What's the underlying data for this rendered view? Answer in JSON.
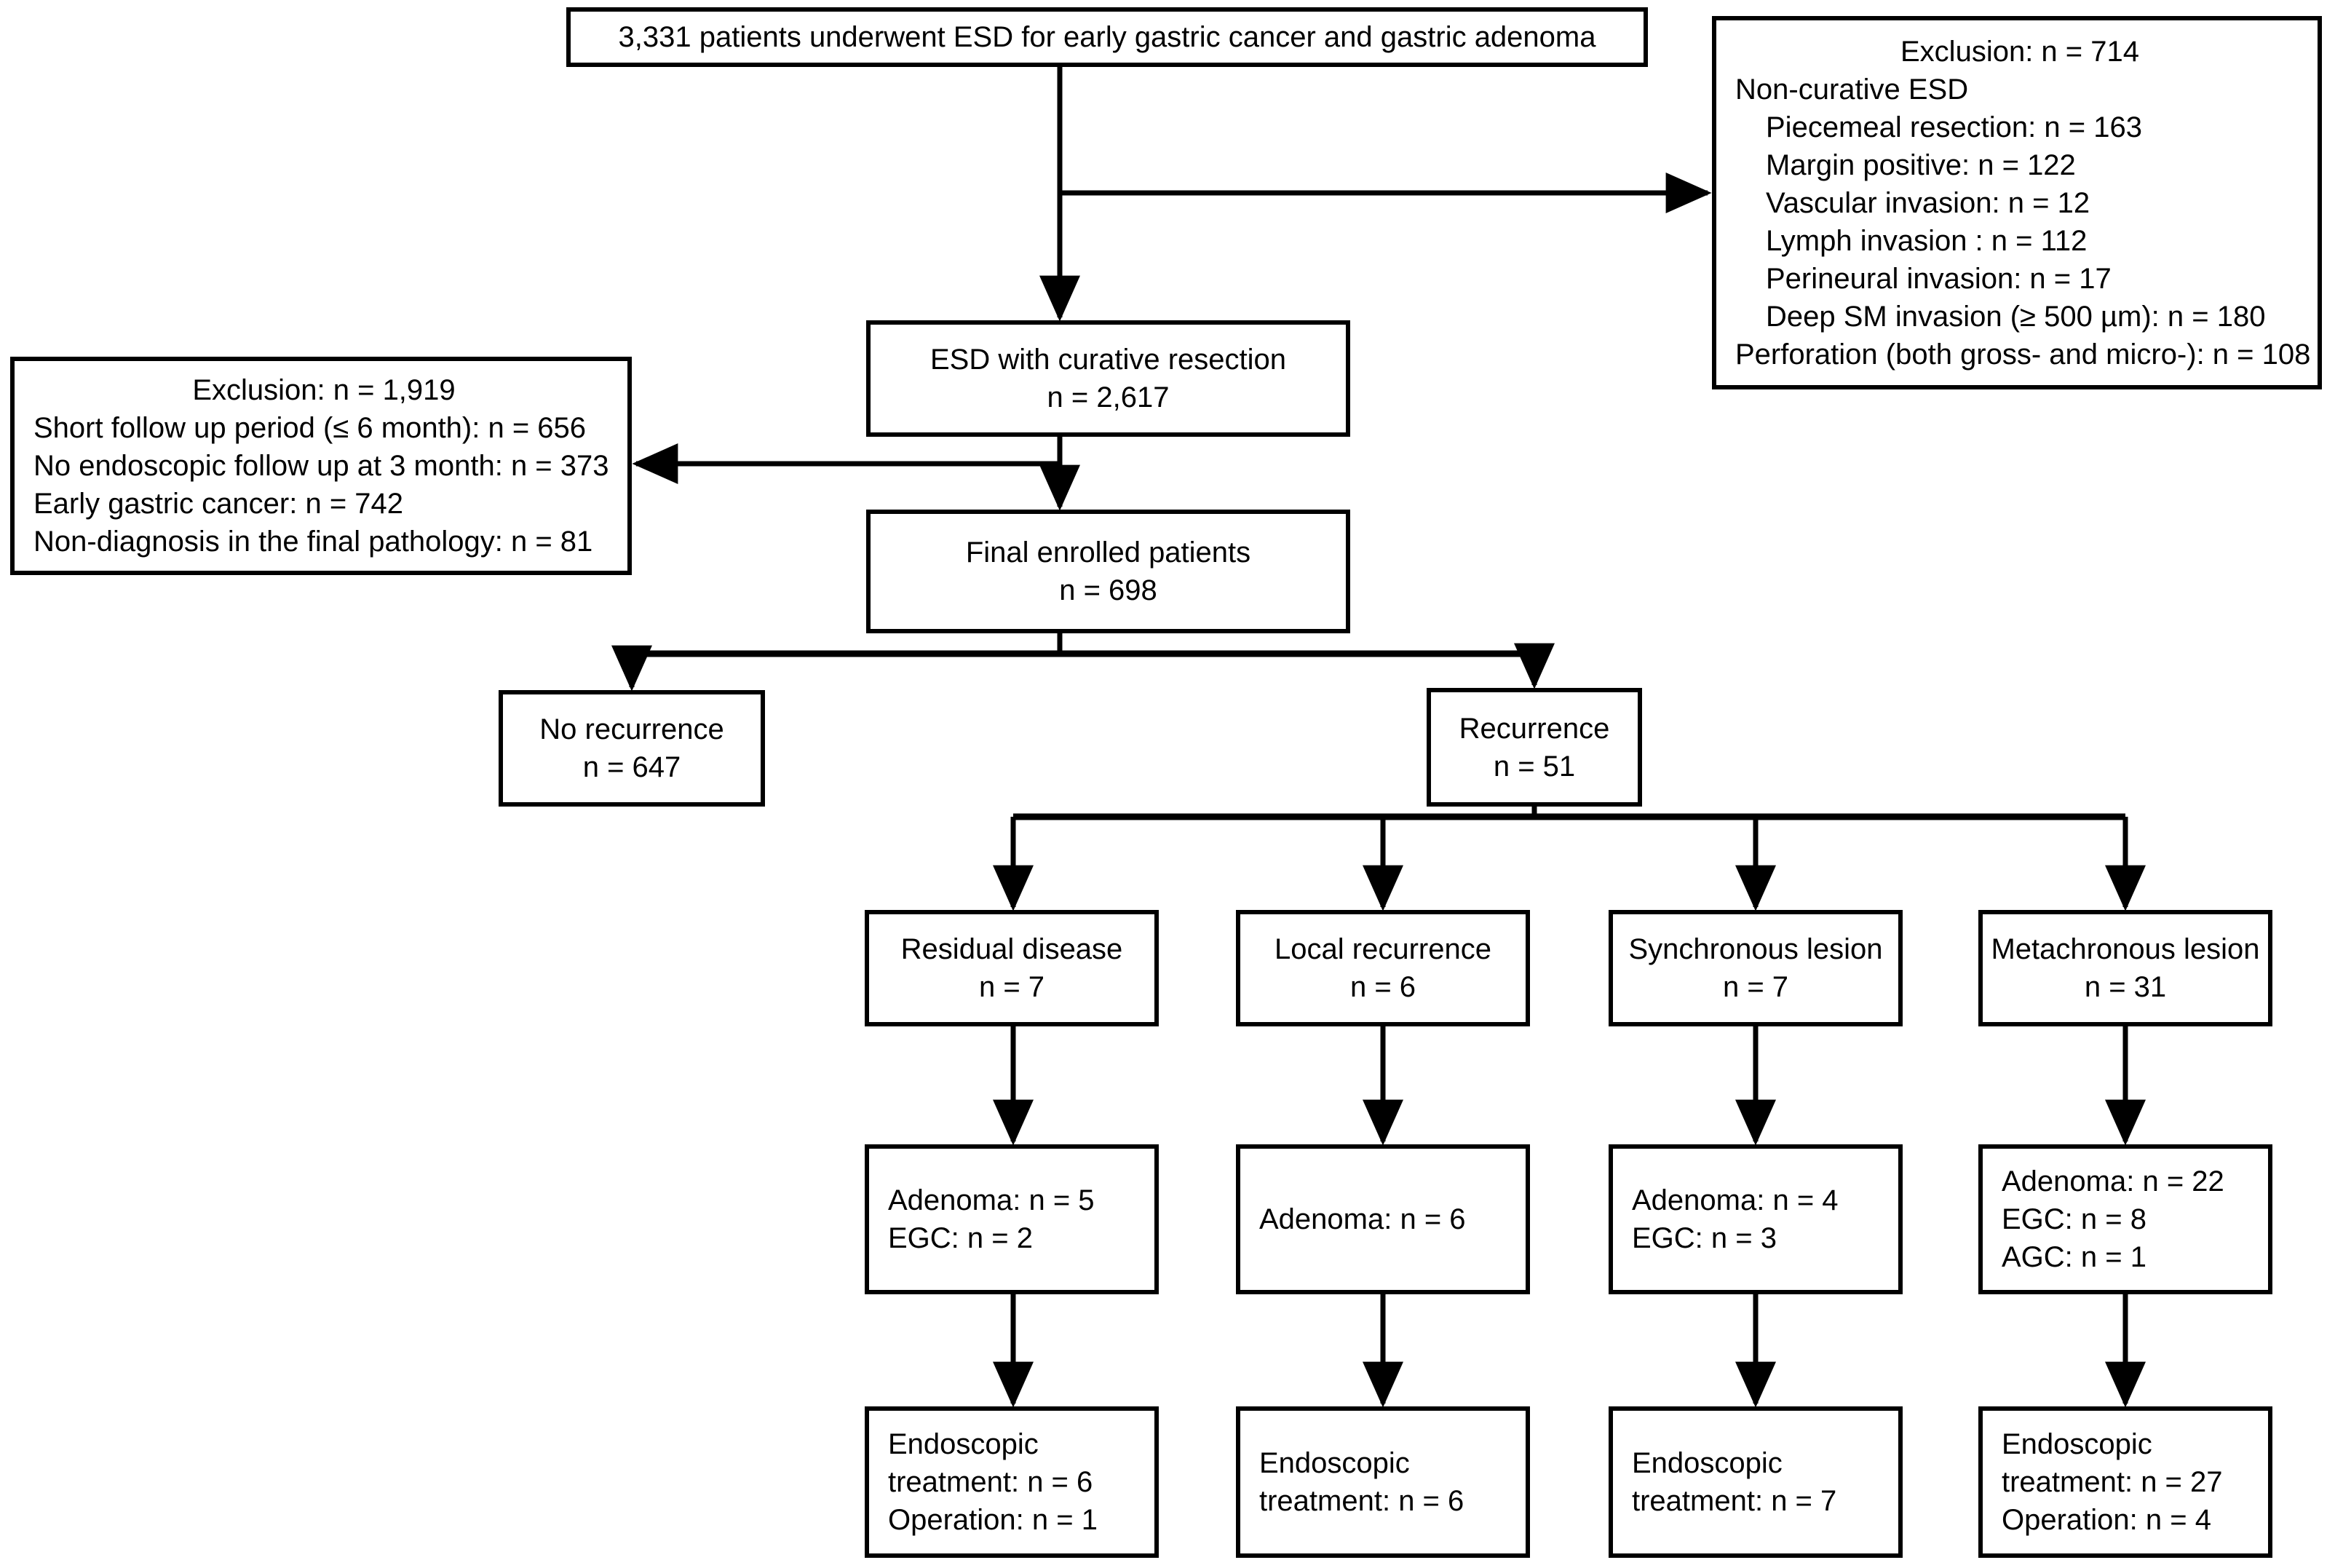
{
  "diagram": {
    "title": "Patient selection flow for ESD recurrence study",
    "stroke_color": "#000000",
    "background_color": "#ffffff"
  },
  "nodes": {
    "enrollment": {
      "name": "enrollment-box",
      "line1": "3,331 patients underwent ESD for early gastric cancer and gastric adenoma"
    },
    "exclusion_noncurative": {
      "name": "exclusion-noncurative-box",
      "header": "Exclusion: n = 714",
      "items": [
        "Non-curative ESD",
        "Piecemeal resection: n = 163",
        "Margin positive: n = 122",
        "Vascular invasion: n = 12",
        "Lymph invasion : n = 112",
        "Perineural invasion: n = 17",
        "Deep SM invasion (≥ 500 µm): n = 180",
        "Perforation (both gross- and micro-): n = 108"
      ]
    },
    "curative": {
      "name": "curative-resection-box",
      "line1": "ESD with curative resection",
      "line2": "n = 2,617"
    },
    "exclusion_followup": {
      "name": "exclusion-followup-box",
      "header": "Exclusion: n = 1,919",
      "items": [
        "Short follow up period (≤ 6 month): n = 656",
        "No endoscopic follow up at 3 month: n = 373",
        "Early gastric cancer: n = 742",
        "Non-diagnosis in the final pathology: n = 81"
      ]
    },
    "enrolled": {
      "name": "final-enrolled-box",
      "line1": "Final enrolled patients",
      "line2": "n = 698"
    },
    "no_recurrence": {
      "name": "no-recurrence-box",
      "line1": "No recurrence",
      "line2": "n = 647"
    },
    "recurrence": {
      "name": "recurrence-box",
      "line1": "Recurrence",
      "line2": "n = 51"
    }
  },
  "columns": [
    {
      "key": "residual",
      "category": {
        "line1": "Residual disease",
        "line2": "n = 7"
      },
      "pathology": {
        "line1": "Adenoma: n = 5",
        "line2": "EGC: n = 2",
        "line3": ""
      },
      "treatment": {
        "line1": "Endoscopic",
        "line2": "treatment: n = 6",
        "line3": "Operation: n = 1"
      }
    },
    {
      "key": "local",
      "category": {
        "line1": "Local recurrence",
        "line2": "n = 6"
      },
      "pathology": {
        "line1": "Adenoma: n = 6",
        "line2": "",
        "line3": ""
      },
      "treatment": {
        "line1": "Endoscopic",
        "line2": "treatment: n = 6",
        "line3": ""
      }
    },
    {
      "key": "synchronous",
      "category": {
        "line1": "Synchronous lesion",
        "line2": "n = 7"
      },
      "pathology": {
        "line1": "Adenoma: n = 4",
        "line2": "EGC: n = 3",
        "line3": ""
      },
      "treatment": {
        "line1": "Endoscopic",
        "line2": "treatment: n = 7",
        "line3": ""
      }
    },
    {
      "key": "metachronous",
      "category": {
        "line1": "Metachronous lesion",
        "line2": "n = 31"
      },
      "pathology": {
        "line1": "Adenoma: n = 22",
        "line2": "EGC: n = 8",
        "line3": "AGC: n = 1"
      },
      "treatment": {
        "line1": "Endoscopic",
        "line2": "treatment: n = 27",
        "line3": "Operation: n = 4"
      }
    }
  ]
}
